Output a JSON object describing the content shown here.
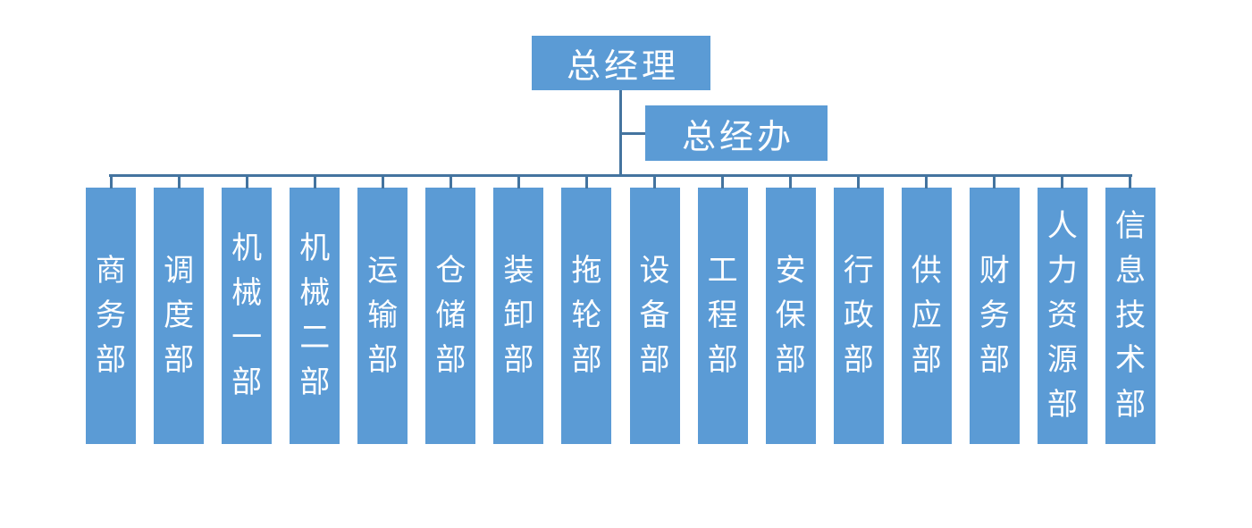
{
  "diagram": {
    "type": "org-chart",
    "root": {
      "label": "总经理"
    },
    "staff": {
      "label": "总经办"
    },
    "departments": [
      {
        "label": "商务部"
      },
      {
        "label": "调度部"
      },
      {
        "label": "机械一部"
      },
      {
        "label": "机械二部"
      },
      {
        "label": "运输部"
      },
      {
        "label": "仓储部"
      },
      {
        "label": "装卸部"
      },
      {
        "label": "拖轮部"
      },
      {
        "label": "设备部"
      },
      {
        "label": "工程部"
      },
      {
        "label": "安保部"
      },
      {
        "label": "行政部"
      },
      {
        "label": "供应部"
      },
      {
        "label": "财务部"
      },
      {
        "label": "人力资源部"
      },
      {
        "label": "信息技术部"
      }
    ],
    "colors": {
      "box_fill": "#5B9BD5",
      "connector": "#44749F",
      "text": "#FFFFFF",
      "background": "#FFFFFF"
    }
  }
}
